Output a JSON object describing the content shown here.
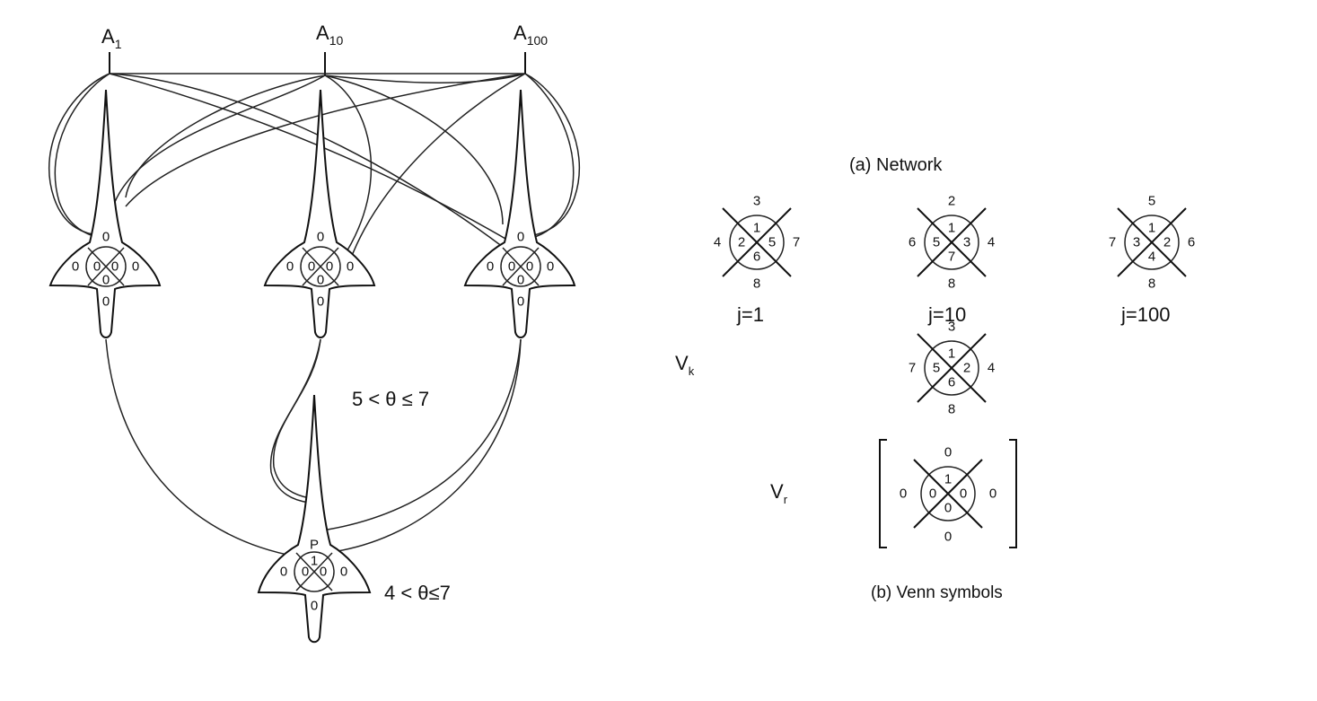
{
  "network": {
    "inputs": [
      {
        "main": "A",
        "sub": "1"
      },
      {
        "main": "A",
        "sub": "10"
      },
      {
        "main": "A",
        "sub": "100"
      }
    ],
    "neurons": [
      {
        "top": "0",
        "left": "0",
        "c1": "0",
        "c2": "0",
        "c3": "0",
        "right": "0",
        "bottom": "0"
      },
      {
        "top": "0",
        "left": "0",
        "c1": "0",
        "c2": "0",
        "c3": "0",
        "right": "0",
        "bottom": "0"
      },
      {
        "top": "0",
        "left": "0",
        "c1": "0",
        "c2": "0",
        "c3": "0",
        "right": "0",
        "bottom": "0"
      }
    ],
    "output_neuron": {
      "top": "P",
      "left": "0",
      "c1": "0",
      "c2": "0",
      "c3": "1",
      "right": "0",
      "bottom": "0"
    },
    "threshold_upper": "5 < θ ≤ 7",
    "threshold_lower": "4 < θ≤7"
  },
  "caption_a": "(a) Network",
  "caption_b": "(b) Venn symbols",
  "venn": {
    "vk_label": {
      "main": "V",
      "sub": "k"
    },
    "vr_label": {
      "main": "V",
      "sub": "r"
    },
    "symbols": [
      {
        "top": "3",
        "left": "4",
        "right": "7",
        "bottom": "8",
        "in_top": "1",
        "in_left": "2",
        "in_right": "5",
        "in_bottom": "6",
        "label": "j=1"
      },
      {
        "top": "2",
        "left": "6",
        "right": "4",
        "bottom": "8",
        "in_top": "1",
        "in_left": "5",
        "in_right": "3",
        "in_bottom": "7",
        "label": "j=10"
      },
      {
        "top": "5",
        "left": "7",
        "right": "6",
        "bottom": "8",
        "in_top": "1",
        "in_left": "3",
        "in_right": "2",
        "in_bottom": "4",
        "label": "j=100"
      },
      {
        "top": "3",
        "left": "7",
        "right": "4",
        "bottom": "8",
        "in_top": "1",
        "in_left": "5",
        "in_right": "2",
        "in_bottom": "6",
        "label": ""
      },
      {
        "top": "0",
        "left": "0",
        "right": "0",
        "bottom": "0",
        "in_top": "1",
        "in_left": "0",
        "in_right": "0",
        "in_bottom": "0",
        "label": ""
      }
    ]
  }
}
